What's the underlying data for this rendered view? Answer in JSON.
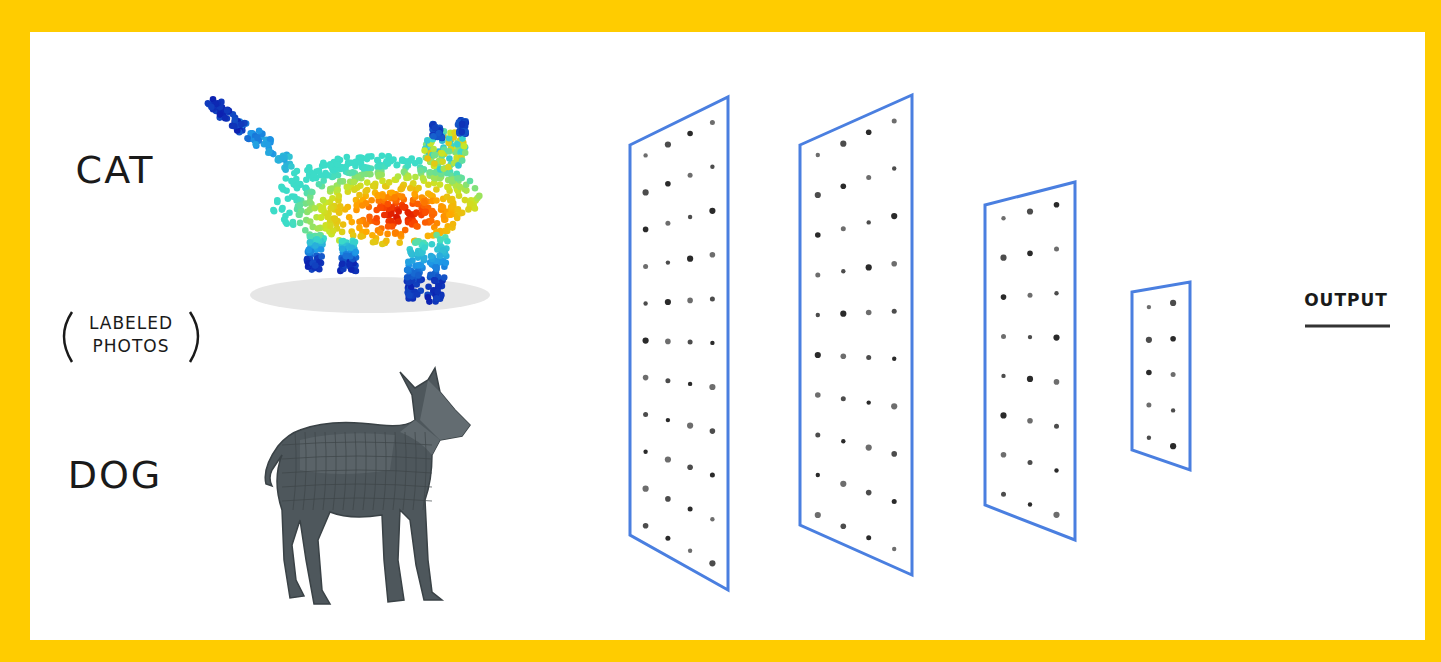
{
  "diagram": {
    "labels": [
      "CAT",
      "LABELED PHOTOS",
      "DOG",
      "OUTPUT"
    ]
  }
}
